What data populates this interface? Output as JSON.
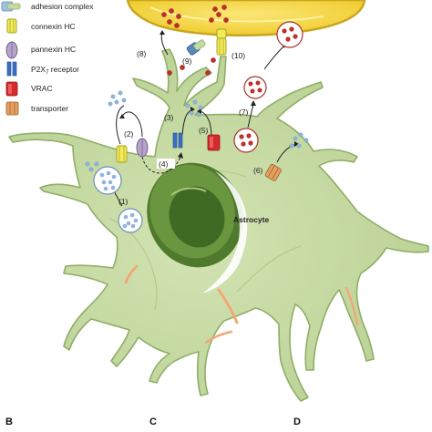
{
  "legend": {
    "items": [
      {
        "icon": "adhesion-complex-icon",
        "label": "adhesion complex"
      },
      {
        "icon": "connexin-hc-icon",
        "label": "connexin HC"
      },
      {
        "icon": "pannexin-hc-icon",
        "label": "pannexin HC"
      },
      {
        "icon": "p2x7-receptor-icon",
        "label_main": "P2X",
        "label_sub": "7",
        "label_rest": " receptor"
      },
      {
        "icon": "vrac-icon",
        "label": "VRAC"
      },
      {
        "icon": "transporter-icon",
        "label": "transporter"
      }
    ]
  },
  "steps": [
    "(1)",
    "(2)",
    "(3)",
    "(4)",
    "(5)",
    "(6)",
    "(7)",
    "(8)",
    "(9)",
    "(10)"
  ],
  "cell_label": "Astrocyte",
  "panels": [
    "B",
    "C",
    "D"
  ],
  "colors": {
    "cell_fill": "#c5d9a3",
    "cell_stroke": "#8fae66",
    "nucleus": "#5e8a3a",
    "target_fill": "#f4d544",
    "target_stroke": "#c9a51e",
    "connexin": "#f2ec5a",
    "pannexin": "#b6a3c9",
    "p2x7": "#3a6fc4",
    "vrac": "#d62a2a",
    "transporter": "#e6a061",
    "blue_vesicle": "#8fb4e0",
    "red_vesicle": "#c0302b"
  }
}
